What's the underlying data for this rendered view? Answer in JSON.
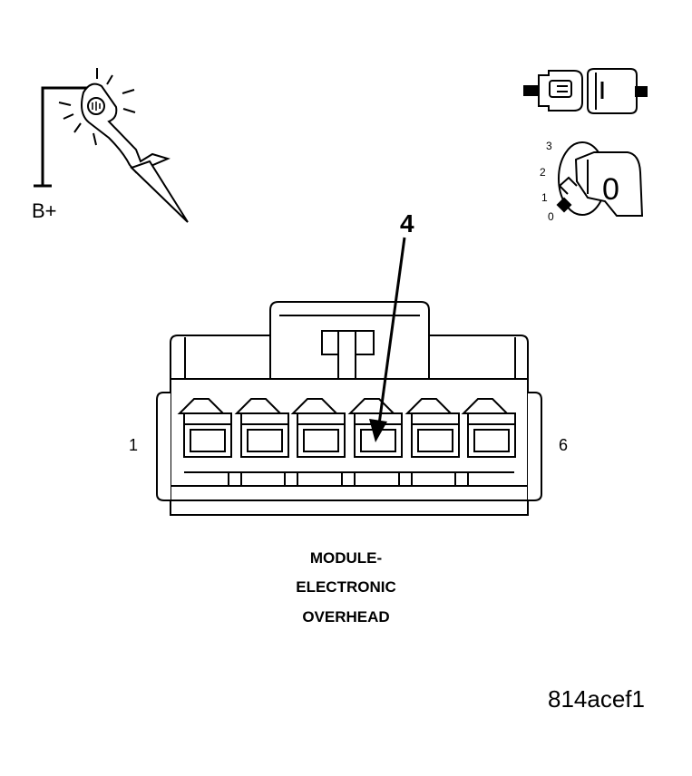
{
  "labels": {
    "power": "B+",
    "callout_pin": "4",
    "pin_first": "1",
    "pin_last": "6",
    "title_line1": "MODULE-",
    "title_line2": "ELECTRONIC",
    "title_line3": "OVERHEAD",
    "figure_id": "814acef1"
  },
  "ignition_key": {
    "positions": [
      "0",
      "1",
      "2",
      "3"
    ],
    "key_face": "0"
  },
  "connector": {
    "cavity_count": 6,
    "highlighted_cavity": 4
  },
  "icons": [
    "test-light-icon",
    "connector-disconnected-icon",
    "ignition-key-icon"
  ]
}
